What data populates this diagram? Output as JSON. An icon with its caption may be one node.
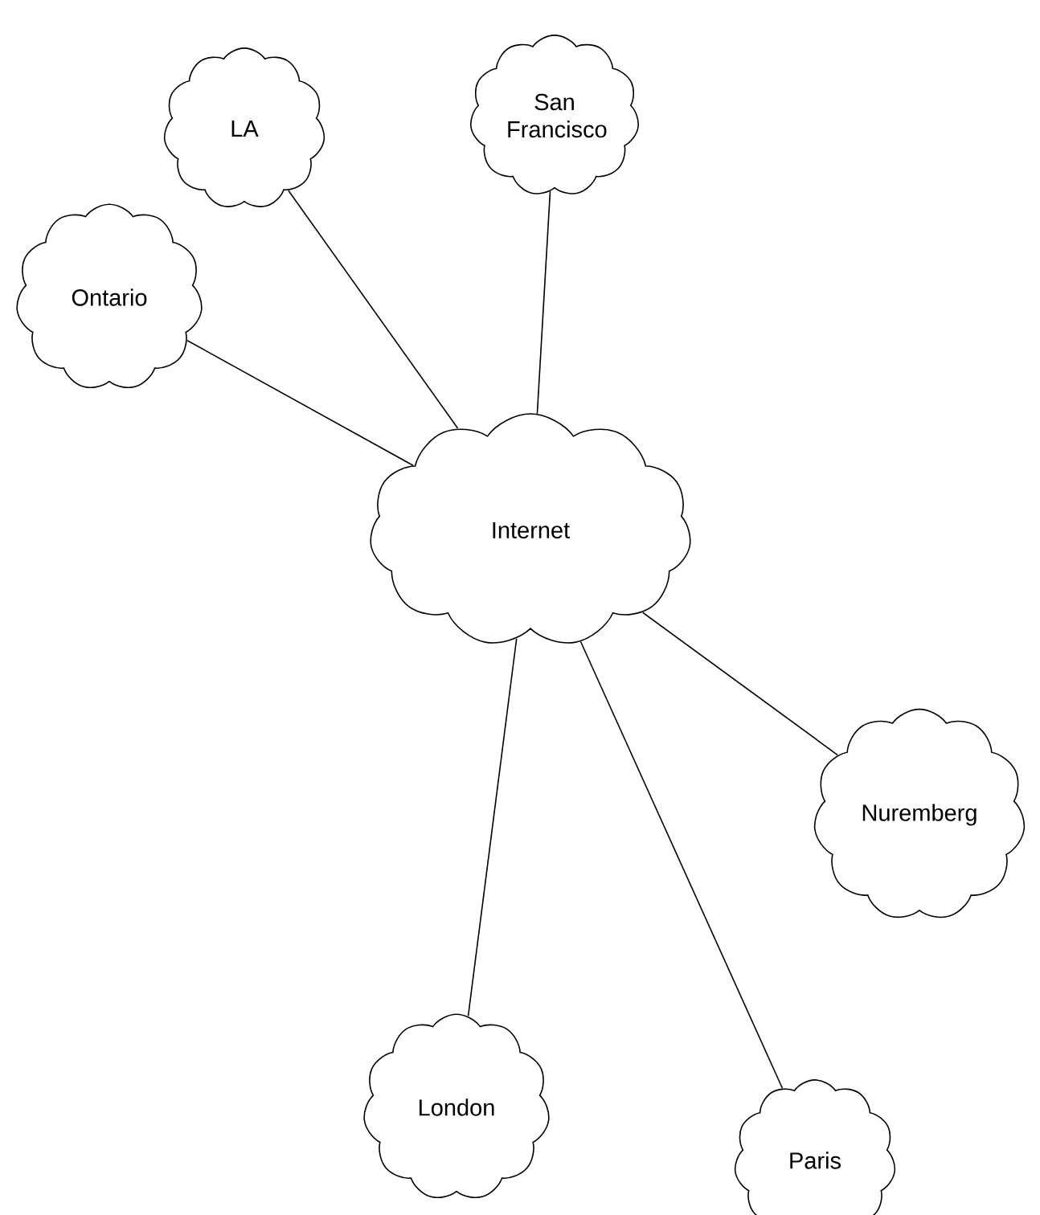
{
  "diagram": {
    "nodes": [
      {
        "text": [
          "LA"
        ]
      },
      {
        "text": [
          "San Francisco"
        ]
      },
      {
        "text": [
          "Ontario"
        ]
      },
      {
        "text": [
          "Internet"
        ]
      },
      {
        "text": [
          "Nuremberg"
        ]
      },
      {
        "text": [
          "London"
        ]
      },
      {
        "text": [
          "Paris"
        ]
      }
    ],
    "edges": [
      {
        "from": 3,
        "to": 0,
        "arrow": "none"
      },
      {
        "from": 3,
        "to": 1,
        "arrow": "none"
      },
      {
        "from": 3,
        "to": 2,
        "arrow": "none"
      },
      {
        "from": 3,
        "to": 4,
        "arrow": "none"
      },
      {
        "from": 3,
        "to": 5,
        "arrow": "none"
      },
      {
        "from": 3,
        "to": 6,
        "arrow": "none"
      }
    ]
  }
}
